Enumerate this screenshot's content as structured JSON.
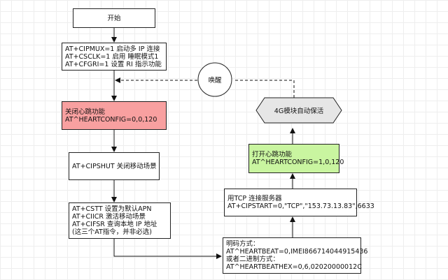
{
  "nodes": {
    "start": {
      "label": "开始"
    },
    "cmd1": {
      "lines": [
        "AT+CIPMUX=1  启动多 IP 连接",
        "AT+CSCLK=1    启用 睡眠模式1",
        "AT+CFGRI=1     设置 RI 指示功能"
      ]
    },
    "close_heartbeat": {
      "lines": [
        "关闭心跳功能",
        "AT^HEARTCONFIG=0,0,120"
      ],
      "fill": "#f8a0a0"
    },
    "cipshut": {
      "label": "AT+CIPSHUT 关闭移动场景"
    },
    "cstt": {
      "lines": [
        "AT+CSTT     设置为默认APN",
        "AT+CIICR     激活移动场景",
        "AT+CIFSR     查询本地 IP 地址",
        "(这三个AT指令，并非必选)"
      ]
    },
    "heartbeat_set": {
      "lines": [
        "明码方式：",
        "AT^HEARTBEAT=0,IMEI866714044915436",
        "或者二进制方式：",
        "AT^HEARTBEATHEX=0,6,02020000012C"
      ]
    },
    "tcp": {
      "lines": [
        "用TCP 连接服务器",
        "AT+CIPSTART=0,\"TCP\",\"153.73.13.83\",6633"
      ]
    },
    "open_heartbeat": {
      "lines": [
        "打开心跳功能",
        "AT^HEARTCONFIG=1,0,120"
      ],
      "fill": "#c9f5a0"
    },
    "keepalive": {
      "label": "4G模块自动保活"
    },
    "wake": {
      "label": "唤醒"
    }
  }
}
